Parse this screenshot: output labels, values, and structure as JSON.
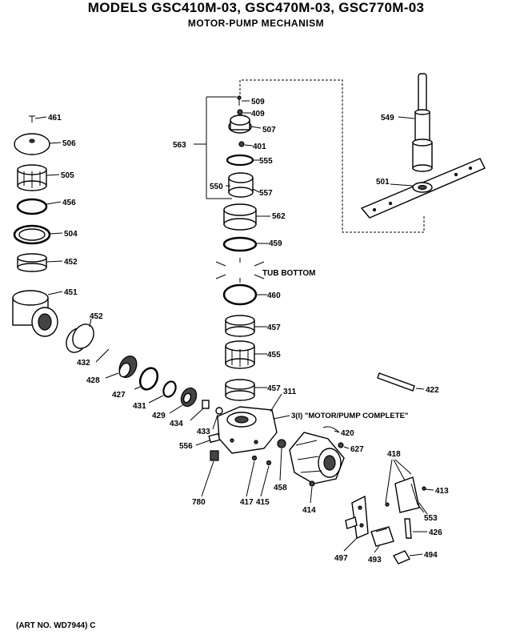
{
  "header": {
    "title": "MODELS GSC410M-03, GSC470M-03, GSC770M-03",
    "subtitle": "MOTOR-PUMP MECHANISM"
  },
  "footer": {
    "art_no": "(ART NO. WD7944) C"
  },
  "callouts": {
    "p461": "461",
    "p506": "506",
    "p505": "505",
    "p456": "456",
    "p504": "504",
    "p452a": "452",
    "p451": "451",
    "p452b": "452",
    "p432": "432",
    "p428": "428",
    "p427": "427",
    "p431": "431",
    "p429": "429",
    "p434": "434",
    "p433": "433",
    "p556": "556",
    "p780": "780",
    "p417": "417",
    "p415": "415",
    "p458": "458",
    "p414": "414",
    "p509": "509",
    "p409": "409",
    "p507": "507",
    "p401": "401",
    "p555": "555",
    "p563": "563",
    "p550": "550",
    "p557": "557",
    "p562": "562",
    "p459": "459",
    "tub": "TUB BOTTOM",
    "p460": "460",
    "p457a": "457",
    "p455": "455",
    "p457b": "457",
    "p311": "311",
    "motor_complete": "3(I) \"MOTOR/PUMP COMPLETE\"",
    "p420": "420",
    "p627": "627",
    "p549": "549",
    "p501": "501",
    "p422": "422",
    "p418": "418",
    "p413": "413",
    "p553": "553",
    "p426": "426",
    "p497": "497",
    "p493": "493",
    "p494": "494"
  }
}
